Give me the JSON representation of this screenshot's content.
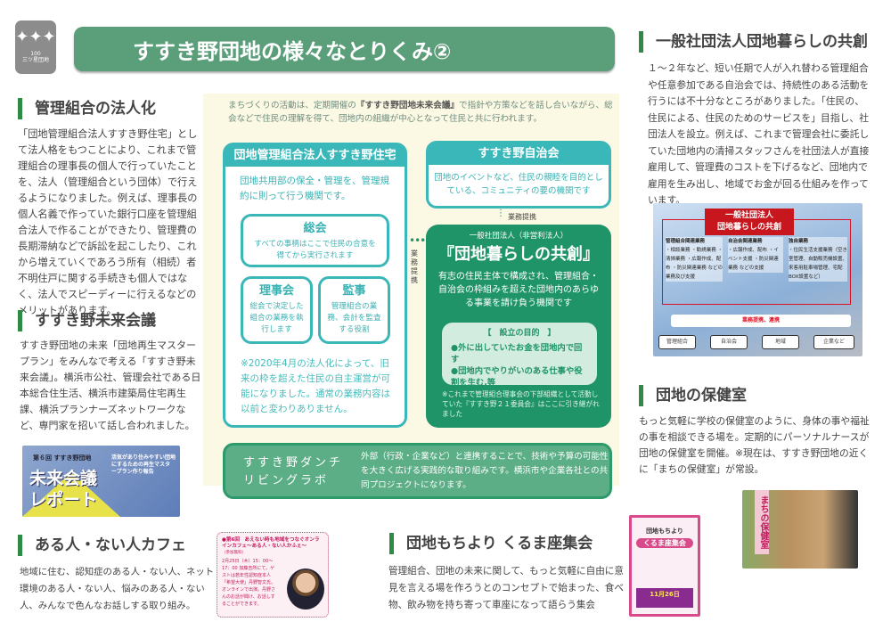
{
  "logo": {
    "number": "100",
    "name": "三ツ星団地"
  },
  "title": "すすき野団地の様々なとりくみ②",
  "left": {
    "s1": {
      "heading": "管理組合の法人化",
      "body": "「団地管理組合法人すすき野住宅」として法人格をもつことにより、これまで管理組合の理事長の個人で行っていたことを、法人（管理組合という団体）で行えるようになりました。例えば、理事長の個人名義で作っていた銀行口座を管理組合法人で作ることができたり、管理費の長期滞納などで訴訟を起こしたり、これから増えていくであろう所有（相続）者不明住戸に関する手続きも個人ではなく、法人でスピーディーに行えるなどのメリットがあります。"
    },
    "s2": {
      "heading": "すすき野未来会議",
      "body": "すすき野団地の未来「団地再生マスタープラン」をみんなで考える「すすき野未来会議」。横浜市公社、管理会社である日本総合住生活、横浜市建築局住宅再生課、横浜プランナーズネットワークなど、専門家を招いて話し合われました。",
      "report": {
        "kicker": "第６回 すすき野団地",
        "big1": "未来会議",
        "big2": "レポート",
        "sub": "活気があり住みやすい団地にするための再生マスタープラン作り報告"
      }
    }
  },
  "center": {
    "intro_pre": "まちづくりの活動は、定期開催の",
    "intro_bold": "『すすき野団地未来会議』",
    "intro_post": "で指針や方策などを話し合いながら、総会などで住民の理解を得て、団地内の組織が中心となって住民と共に行われます。",
    "kanri": {
      "header": "団地管理組合法人すすき野住宅",
      "desc": "団地共用部の保全・管理を、管理規約に則って行う機関です。",
      "soukai": {
        "title": "総会",
        "desc": "すべての事柄はここで住民の合意を得てから実行されます"
      },
      "rijikai": {
        "title": "理事会",
        "desc": "総会で決定した組合の業務を執行します"
      },
      "kanji": {
        "title": "監事",
        "desc": "管理組合の業務、会計を監査する役割"
      },
      "note": "※2020年4月の法人化によって、旧来の枠を超えた住民の自主運営が可能になりました。通常の業務内容は以前と変わりありません。"
    },
    "jichikai": {
      "header": "すすき野自治会",
      "desc": "団地のイベントなど、住民の親睦を目的としている、コミュニティの要の機関です"
    },
    "link_label": "業務提携",
    "link_label_vertical": "業務提携",
    "kyoso": {
      "type": "一般社団法人（非営利法人）",
      "name": "『団地暮らしの共創』",
      "desc": "有志の住民主体で構成され、管理組合・自治会の枠組みを超えた団地内のあらゆる事業を請け負う機関です",
      "purpose_title": "【　設立の目的　】",
      "purposes": [
        "●外に出していたお金を団地内で回す",
        "●団地内でやりがいのある仕事や役割を生む,等"
      ],
      "note": "※これまで管理組合理事会の下部組織として活動していた『すすき野２１委員会』はここに引き継がれました"
    },
    "lab": {
      "name1": "すすき野ダンチ",
      "name2": "リビングラボ",
      "desc": "外部（行政・企業など）と連携することで、技術や予算の可能性を大きく広げる実践的な取り組みです。横浜市や企業各社との共同プロジェクトになります。"
    }
  },
  "right": {
    "s1": {
      "heading": "一般社団法人団地暮らしの共創",
      "body": "１～２年など、短い任期で人が入れ替わる管理組合や任意参加である自治会では、持続性のある活動を行うには不十分なところがありました。「住民の、住民による、住民のためのサービスを」目指し、社団法人を設立。例えば、これまで管理会社に委託していた団地内の清掃スタッフさんを社団法人が直接雇用して、管理費のコストを下げるなど、団地内で雇用を生み出し、地域でお金が回る仕組みを作っています。",
      "diagram": {
        "title1": "一般社団法人",
        "title2": "団地暮らしの共創",
        "cols": [
          {
            "h": "管理組合関連業務",
            "items": "・相談業務 ・勧誘業務 ・清掃業務 ・広報作成、配布 ・防災関連業務 などの業務及び支援"
          },
          {
            "h": "自治会関連業務",
            "items": "・広報作成、配布 ・イベント支援 ・防災関連業務 などの支援"
          },
          {
            "h": "独自業務",
            "items": "・住民生活支援業務（空き室管理、自動販売機設置、来客用駐車場管理、宅配BOX設置など）"
          }
        ],
        "band": "業務提携、連携",
        "nodes": [
          "管理組合",
          "自治会",
          "地域",
          "企業など"
        ]
      }
    },
    "s2": {
      "heading": "団地の保健室",
      "body": "もっと気軽に学校の保健室のように、身体の事や福祉の事を相談できる場を。定期的にパーソナルナースが団地の保健室を開催。※現在は、すすき野団地の近くに「まちの保健室」が常設。",
      "sign": "まちの保健室"
    }
  },
  "bottom": {
    "cafe": {
      "heading": "ある人・ない人カフェ",
      "body": "地域に住む、認知症のある人・ない人、ネット環境のある人・ない人、悩みのある人・ない人、みんなで色んなお話しする取り組み。",
      "card_title": "●第6回　あえない時も地域をつなぐオンラインカフェ～ある人・ない人かふぇ～",
      "card_sub": "（参加無料）",
      "card_body": "2月25日（木）15：00～17：00 加藤吉所にて。ゲストは若年性認知症本人「希望大使」丹野智文氏。オンラインで出演。丹野さんのお話が聞け、お話しすることができます。"
    },
    "mochiyori": {
      "heading": "団地もちより くるま座集会",
      "body": "管理組合、団地の未来に関して、もっと気軽に自由に意見を言える場を作ろうとのコンセプトで始まった、食べ物、飲み物を持ち寄って車座になって語らう集会",
      "poster_title1": "団地もちより",
      "poster_title2": "くるま座集会",
      "poster_date": "11月26日"
    }
  },
  "colors": {
    "green": "#5a9e7a",
    "teal": "#3ab7b8",
    "dark_green": "#1f9468",
    "cream": "#fbf8e3",
    "accent_bar": "#2e8b45"
  }
}
